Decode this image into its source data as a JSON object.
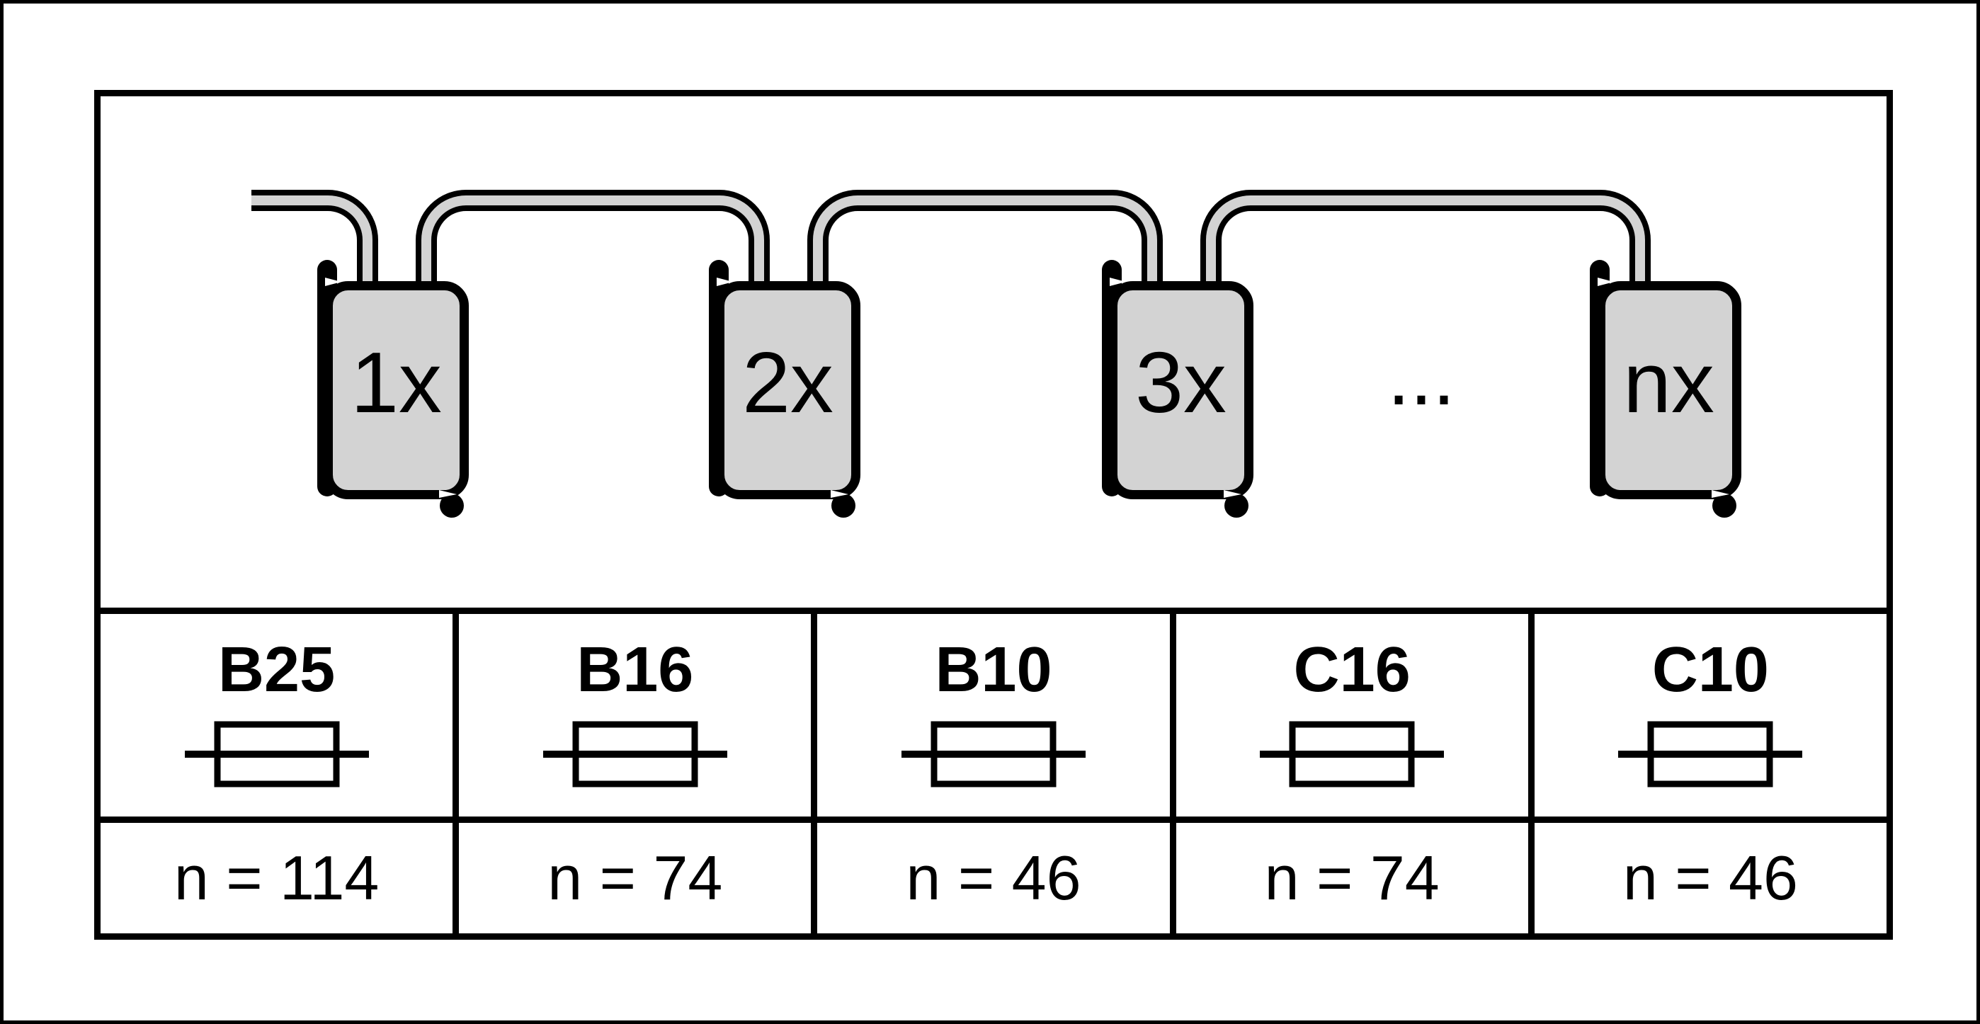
{
  "diagram": {
    "devices": [
      {
        "label": "1x"
      },
      {
        "label": "2x"
      },
      {
        "label": "3x"
      },
      {
        "label": "nx"
      }
    ],
    "ellipsis": "...",
    "colors": {
      "line": "#000000",
      "device_fill": "#d3d3d3",
      "cable_core": "#d3d3d3",
      "background": "#ffffff"
    }
  },
  "table": {
    "columns": [
      {
        "type": "B25",
        "count": 114,
        "count_label": "n = 114"
      },
      {
        "type": "B16",
        "count": 74,
        "count_label": "n = 74"
      },
      {
        "type": "B10",
        "count": 46,
        "count_label": "n = 46"
      },
      {
        "type": "C16",
        "count": 74,
        "count_label": "n = 74"
      },
      {
        "type": "C10",
        "count": 46,
        "count_label": "n = 46"
      }
    ]
  }
}
